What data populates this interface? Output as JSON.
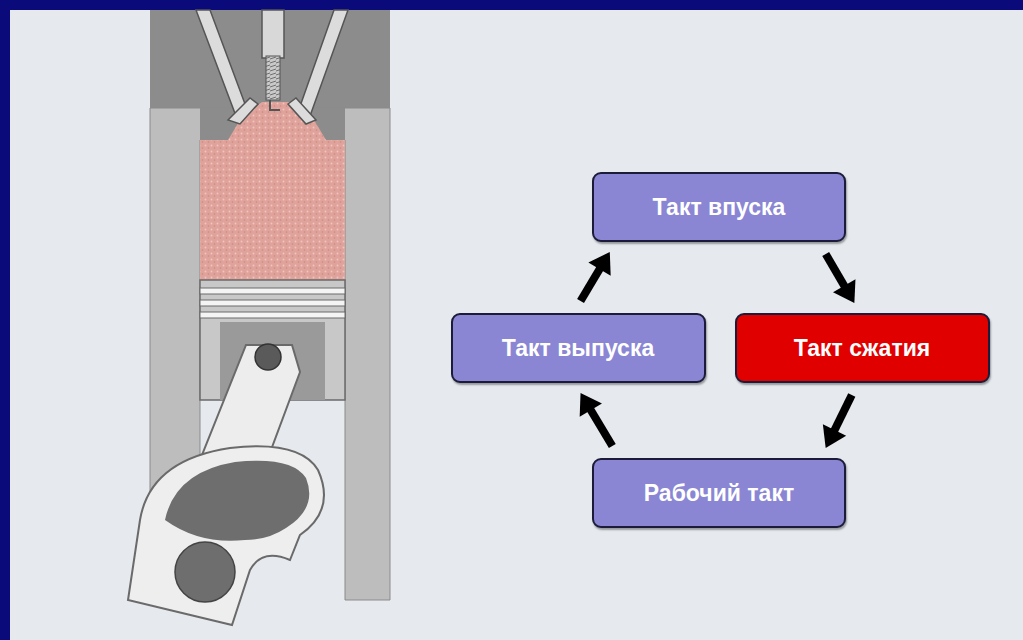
{
  "diagram": {
    "nodes": [
      {
        "text": [
          "Такт впуска"
        ]
      },
      {
        "text": [
          "Такт сжатия"
        ]
      },
      {
        "text": [
          "Рабочий такт"
        ]
      },
      {
        "text": [
          "Такт выпуска"
        ]
      }
    ],
    "edges": [
      {
        "from": 0,
        "to": 1,
        "arrow": "to"
      },
      {
        "from": 1,
        "to": 2,
        "arrow": "to"
      },
      {
        "from": 2,
        "to": 3,
        "arrow": "to"
      },
      {
        "from": 3,
        "to": 0,
        "arrow": "to"
      }
    ]
  }
}
